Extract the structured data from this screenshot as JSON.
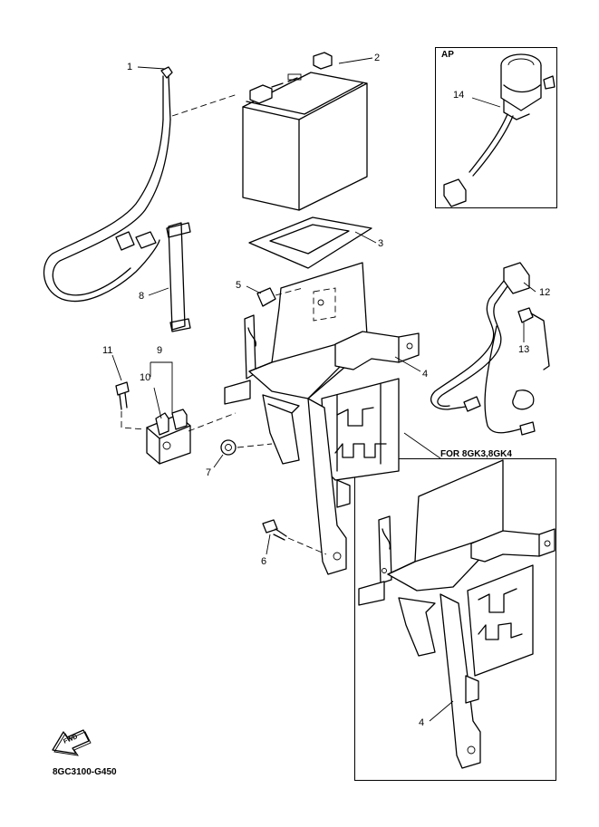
{
  "labels": {
    "p1": "1",
    "p2": "2",
    "p3": "3",
    "p4a": "4",
    "p4b": "4",
    "p5": "5",
    "p6": "6",
    "p7": "7",
    "p8": "8",
    "p9": "9",
    "p10": "10",
    "p11": "11",
    "p12": "12",
    "p13": "13",
    "p14": "14"
  },
  "inset_ap": {
    "title": "AP"
  },
  "inset_variant": {
    "title": "FOR 8GK3,8GK4"
  },
  "fwd_icon": {
    "text": "FWD"
  },
  "diagram_code": "8GC3100-G450"
}
